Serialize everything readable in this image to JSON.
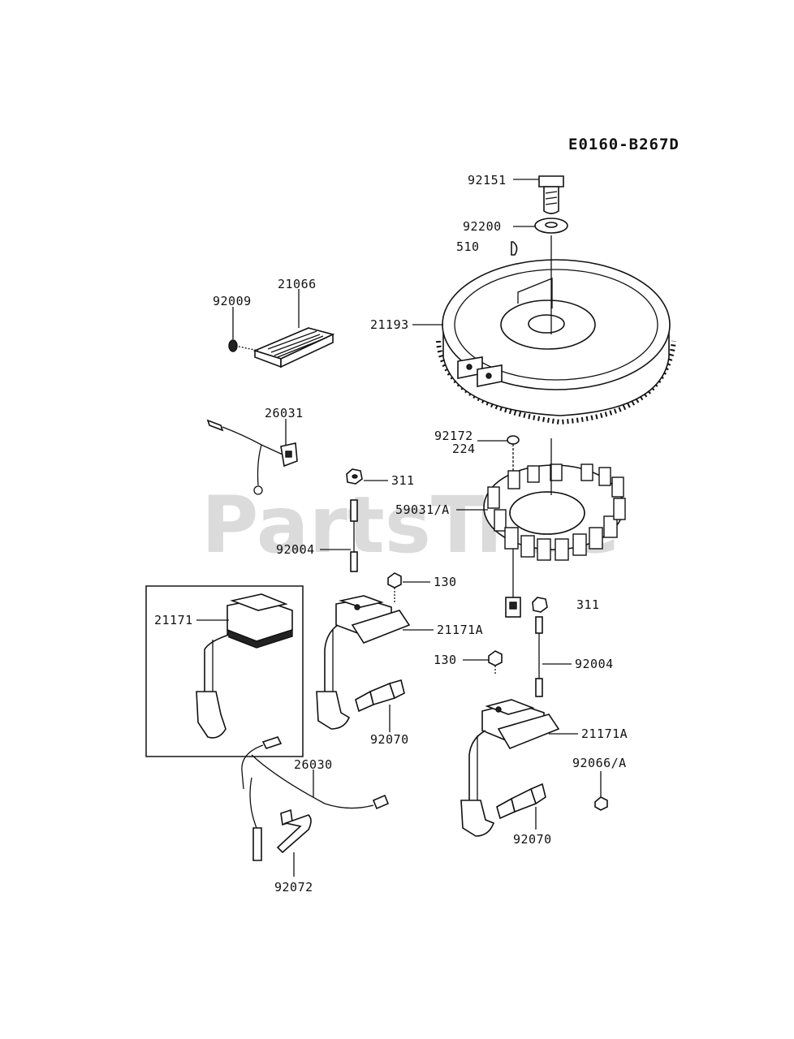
{
  "diagram": {
    "code": "E0160-B267D",
    "watermark": "PartsTree",
    "labels": {
      "p92151": "92151",
      "p92200": "92200",
      "p510": "510",
      "p21066": "21066",
      "p92009": "92009",
      "p21193": "21193",
      "p26031": "26031",
      "p92172": "92172",
      "p224": "224",
      "p311a": "311",
      "p59031": "59031/A",
      "p92004a": "92004",
      "p130a": "130",
      "p21171": "21171",
      "p21171a1": "21171A",
      "p311b": "311",
      "p130b": "130",
      "p92004b": "92004",
      "p92070a": "92070",
      "p26030": "26030",
      "p21171a2": "21171A",
      "p92066": "92066/A",
      "p92070b": "92070",
      "p92072": "92072"
    }
  }
}
